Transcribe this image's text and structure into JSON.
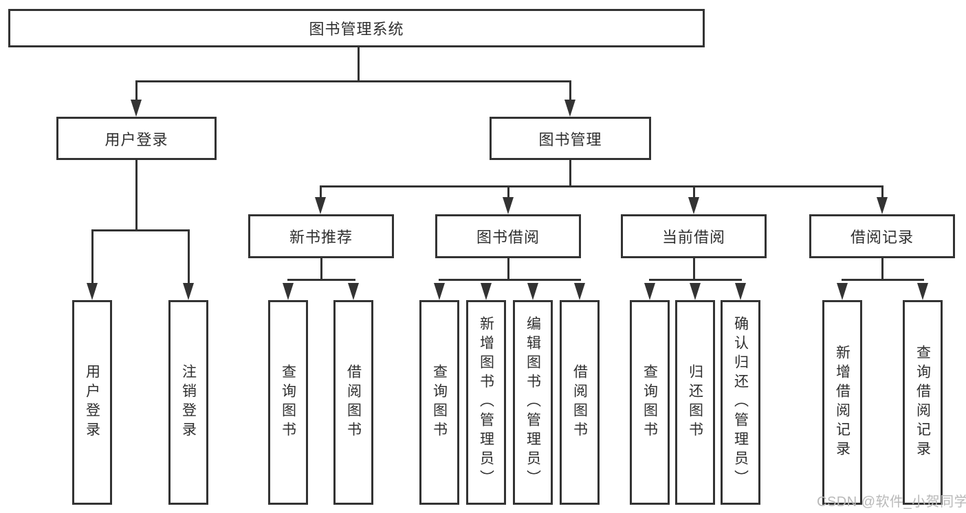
{
  "colors": {
    "line": "#333333",
    "box_border": "#333333",
    "text": "#2f2f2f",
    "box_background": "#ffffff",
    "page_background": "#ffffff",
    "watermark": "#b9b9b9"
  },
  "nodes": {
    "root": {
      "label": "图书管理系统"
    },
    "user_login": {
      "label": "用户登录"
    },
    "book_mgmt": {
      "label": "图书管理"
    },
    "new_books": {
      "label": "新书推荐"
    },
    "book_borrow": {
      "label": "图书借阅"
    },
    "current_borrow": {
      "label": "当前借阅"
    },
    "borrow_records": {
      "label": "借阅记录"
    }
  },
  "leaves": [
    {
      "label": "用户登录"
    },
    {
      "label": "注销登录"
    },
    {
      "label": "查询图书"
    },
    {
      "label": "借阅图书"
    },
    {
      "label": "查询图书"
    },
    {
      "label": "新增图书（管理员）"
    },
    {
      "label": "编辑图书（管理员）"
    },
    {
      "label": "借阅图书"
    },
    {
      "label": "查询图书"
    },
    {
      "label": "归还图书"
    },
    {
      "label": "确认归还（管理员）"
    },
    {
      "label": "新增借阅记录"
    },
    {
      "label": "查询借阅记录"
    }
  ],
  "watermark": {
    "text": "CSDN @软件_小贺同学"
  }
}
